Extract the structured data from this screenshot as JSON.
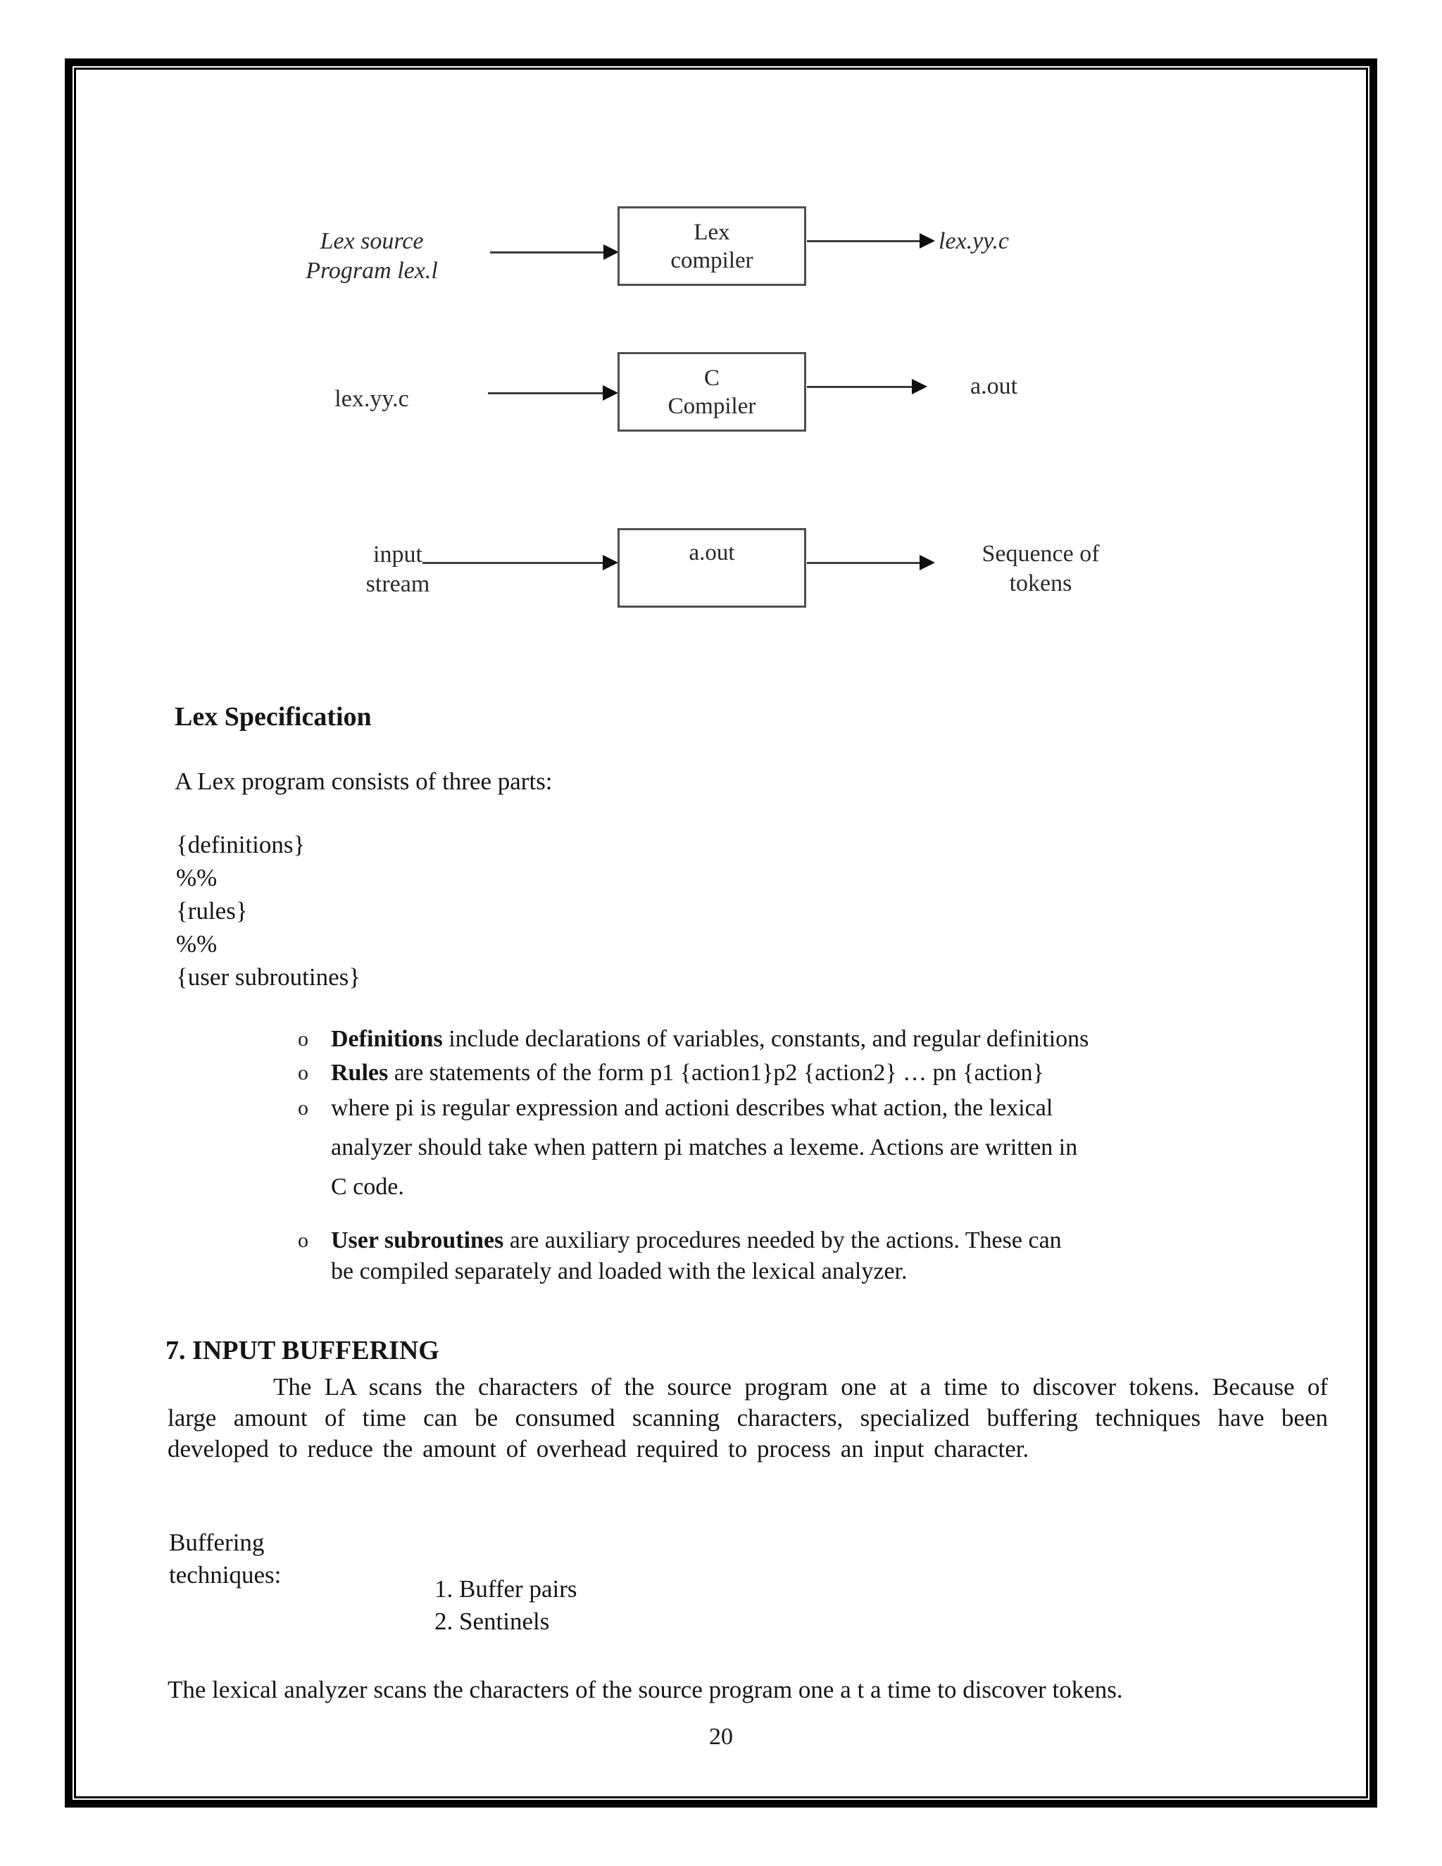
{
  "diagram": {
    "rows": [
      {
        "left_label": "Lex source\nProgram lex.l",
        "box_label": "Lex\ncompiler",
        "right_label": "lex.yy.c"
      },
      {
        "left_label": "lex.yy.c",
        "box_label": "C\nCompiler",
        "right_label": "a.out"
      },
      {
        "left_label": "input\nstream",
        "box_label": "a.out",
        "right_label": "Sequence of\ntokens"
      }
    ]
  },
  "lex_specification": {
    "heading": "Lex Specification",
    "intro": "A Lex program consists of three parts:",
    "code_lines": [
      "{definitions}",
      "%%",
      "{rules}",
      "%%",
      "{user subroutines}"
    ],
    "bullet_marker": "o",
    "bullets": [
      {
        "bold": "Definitions",
        "rest": " include declarations of variables, constants, and regular definitions"
      },
      {
        "bold": "Rules",
        "rest": " are statements of the form p1 {action1}p2 {action2} … pn {action}"
      },
      {
        "bold": "",
        "rest": "where pi is regular expression and actioni describes what action, the lexical\nanalyzer should take when pattern pi matches a lexeme. Actions are written in\nC code."
      },
      {
        "bold": "User subroutines",
        "rest": " are auxiliary procedures needed by the actions. These can\nbe compiled separately and loaded with the lexical analyzer."
      }
    ]
  },
  "input_buffering": {
    "heading": "7. INPUT BUFFERING",
    "paragraph": "The LA scans the characters of the source program one at a time to discover tokens. Because of large amount of time can be consumed scanning characters, specialized buffering techniques have been developed to reduce the amount of overhead required to process an input character.",
    "buffering_label": "Buffering\ntechniques:",
    "techniques": [
      "1. Buffer pairs",
      "2. Sentinels"
    ],
    "closing": "The lexical analyzer scans the characters of the source program one a t a time to discover tokens."
  },
  "page_number": "20"
}
